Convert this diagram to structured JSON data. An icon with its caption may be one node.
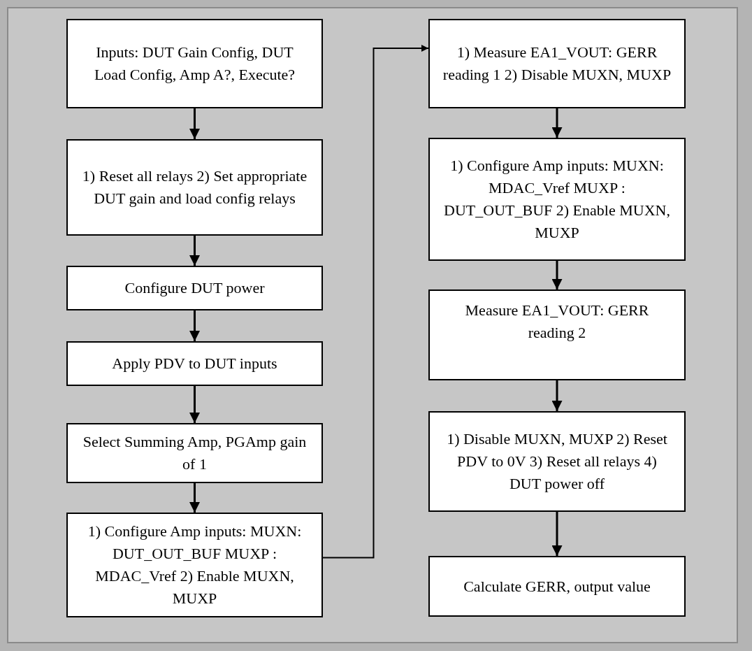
{
  "diagram": {
    "nodes": [
      {
        "text": [
          "Inputs: DUT Gain Config, DUT Load Config, Amp A?, Execute?"
        ]
      },
      {
        "text": [
          "1) Reset all relays 2) Set appropriate DUT gain and load config relays"
        ]
      },
      {
        "text": [
          "Configure DUT power"
        ]
      },
      {
        "text": [
          "Apply PDV to DUT inputs"
        ]
      },
      {
        "text": [
          "Select Summing Amp, PGAmp gain of 1"
        ]
      },
      {
        "text": [
          "1) Configure Amp inputs: MUXN: DUT_OUT_BUF MUXP : MDAC_Vref 2) Enable MUXN, MUXP"
        ]
      },
      {
        "text": [
          "1) Measure EA1_VOUT: GERR reading 1 2) Disable MUXN, MUXP"
        ]
      },
      {
        "text": [
          "1) Configure Amp inputs: MUXN: MDAC_Vref MUXP : DUT_OUT_BUF 2) Enable MUXN, MUXP"
        ]
      },
      {
        "text": [
          "Measure EA1_VOUT: GERR reading 2"
        ]
      },
      {
        "text": [
          "1) Disable MUXN, MUXP 2) Reset PDV to 0V 3) Reset all relays 4) DUT power off"
        ]
      },
      {
        "text": [
          "Calculate GERR, output value"
        ]
      }
    ],
    "edges": [
      {
        "from": 0,
        "to": 1,
        "arrow": "to"
      },
      {
        "from": 1,
        "to": 2,
        "arrow": "to"
      },
      {
        "from": 2,
        "to": 3,
        "arrow": "to"
      },
      {
        "from": 3,
        "to": 4,
        "arrow": "to"
      },
      {
        "from": 4,
        "to": 5,
        "arrow": "to"
      },
      {
        "from": 5,
        "to": 6,
        "arrow": "to"
      },
      {
        "from": 6,
        "to": 7,
        "arrow": "to"
      },
      {
        "from": 7,
        "to": 8,
        "arrow": "to"
      },
      {
        "from": 8,
        "to": 9,
        "arrow": "to"
      },
      {
        "from": 9,
        "to": 10,
        "arrow": "to"
      }
    ]
  }
}
